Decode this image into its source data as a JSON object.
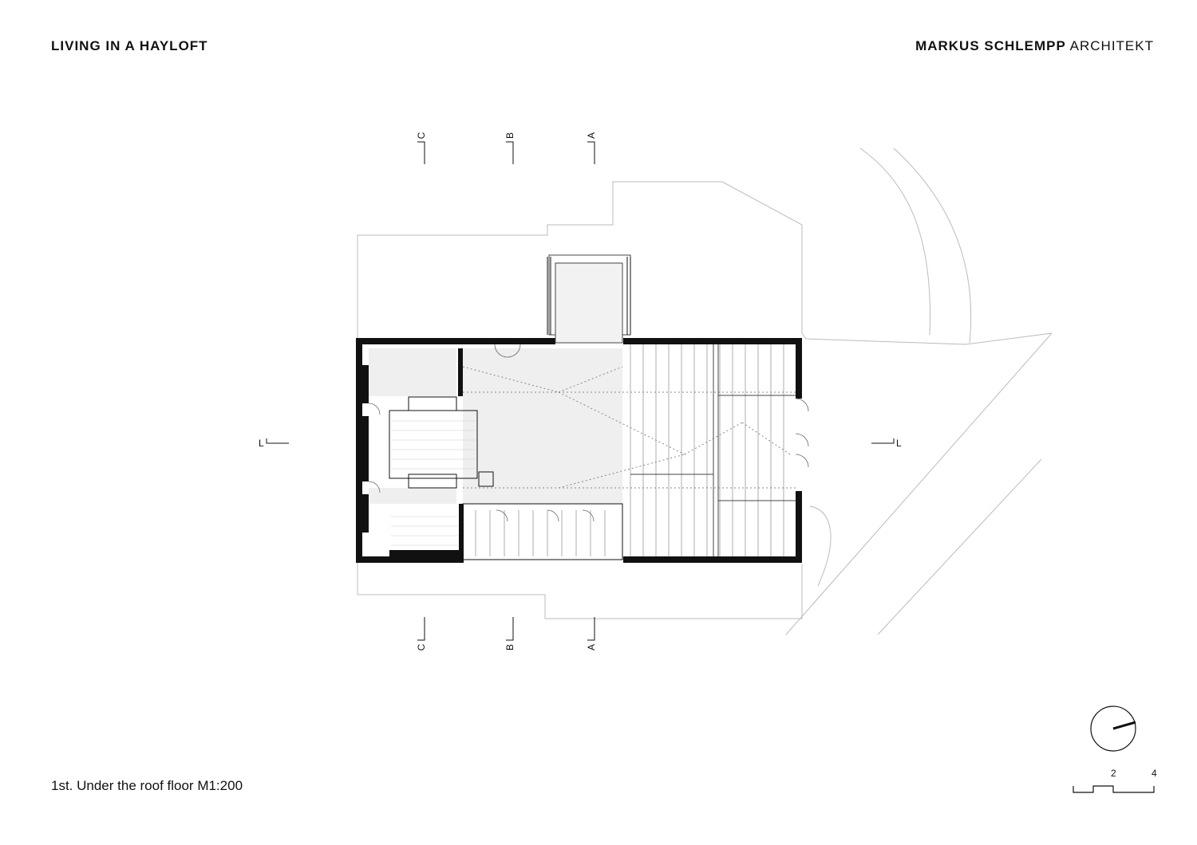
{
  "header": {
    "project_title": "LIVING IN A HAYLOFT",
    "office_name_bold": "MARKUS SCHLEMPP",
    "office_name_light": "ARCHITEKT"
  },
  "caption": "1st. Under the roof floor M1:200",
  "section_markers": {
    "top": [
      "C",
      "B",
      "A"
    ],
    "bottom": [
      "C",
      "B",
      "A"
    ],
    "left": "L",
    "right": "L"
  },
  "scale_bar": {
    "labels": [
      "2",
      "4"
    ]
  },
  "north_arrow": {
    "icon": "north-arrow-icon"
  }
}
